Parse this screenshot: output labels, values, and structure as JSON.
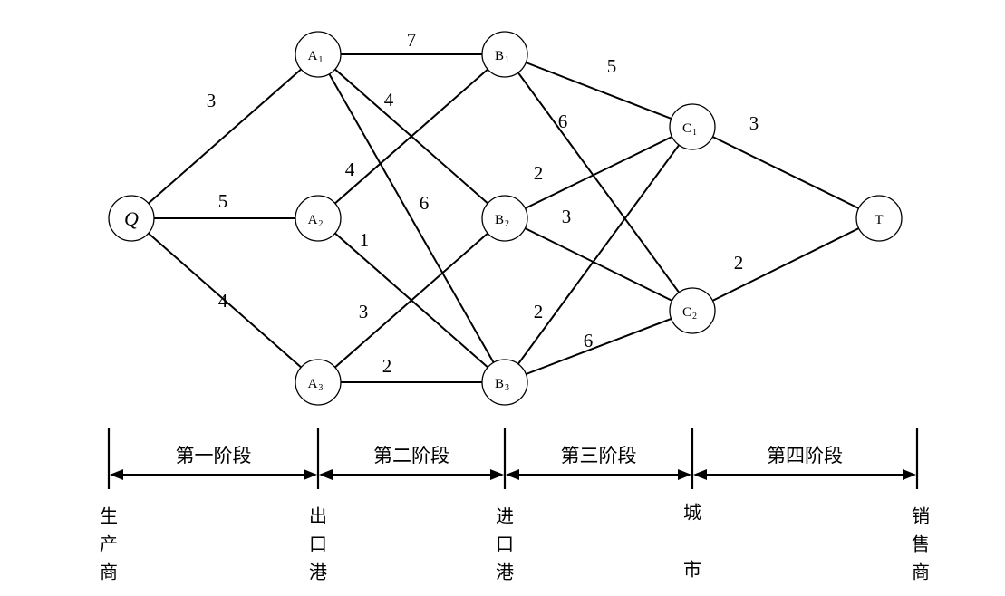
{
  "nodes": [
    {
      "id": "Q",
      "main": "Q",
      "sub": "",
      "italic": true
    },
    {
      "id": "A1",
      "main": "A",
      "sub": "1",
      "italic": false
    },
    {
      "id": "A2",
      "main": "A",
      "sub": "2",
      "italic": false
    },
    {
      "id": "A3",
      "main": "A",
      "sub": "3",
      "italic": false
    },
    {
      "id": "B1",
      "main": "B",
      "sub": "1",
      "italic": false
    },
    {
      "id": "B2",
      "main": "B",
      "sub": "2",
      "italic": false
    },
    {
      "id": "B3",
      "main": "B",
      "sub": "3",
      "italic": false
    },
    {
      "id": "C1",
      "main": "C",
      "sub": "1",
      "italic": false
    },
    {
      "id": "C2",
      "main": "C",
      "sub": "2",
      "italic": false
    },
    {
      "id": "T",
      "main": "T",
      "sub": "",
      "italic": false
    }
  ],
  "edges": [
    {
      "from": "Q",
      "to": "A1",
      "weight": "3"
    },
    {
      "from": "Q",
      "to": "A2",
      "weight": "5"
    },
    {
      "from": "Q",
      "to": "A3",
      "weight": "4"
    },
    {
      "from": "A1",
      "to": "B1",
      "weight": "7"
    },
    {
      "from": "A1",
      "to": "B2",
      "weight": "4"
    },
    {
      "from": "A1",
      "to": "B3",
      "weight": "6"
    },
    {
      "from": "A2",
      "to": "B1",
      "weight": "4"
    },
    {
      "from": "A2",
      "to": "B3",
      "weight": "1"
    },
    {
      "from": "A3",
      "to": "B2",
      "weight": "3"
    },
    {
      "from": "A3",
      "to": "B3",
      "weight": "2"
    },
    {
      "from": "B1",
      "to": "C1",
      "weight": "5"
    },
    {
      "from": "B1",
      "to": "C2",
      "weight": "6"
    },
    {
      "from": "B2",
      "to": "C1",
      "weight": "2"
    },
    {
      "from": "B2",
      "to": "C2",
      "weight": "3"
    },
    {
      "from": "B3",
      "to": "C1",
      "weight": "2"
    },
    {
      "from": "B3",
      "to": "C2",
      "weight": "6"
    },
    {
      "from": "C1",
      "to": "T",
      "weight": "3"
    },
    {
      "from": "C2",
      "to": "T",
      "weight": "2"
    }
  ],
  "stages": [
    "第一阶段",
    "第二阶段",
    "第三阶段",
    "第四阶段"
  ],
  "places": [
    "生产商",
    "出口港",
    "进口港",
    "城市",
    "销售商"
  ]
}
